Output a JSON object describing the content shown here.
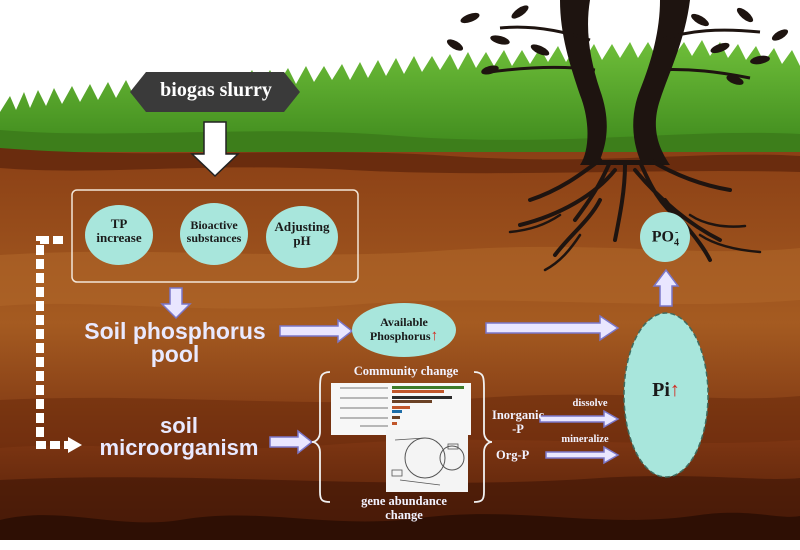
{
  "source": {
    "label": "biogas slurry"
  },
  "effects": [
    {
      "label_line1": "TP",
      "label_line2": "increase"
    },
    {
      "label_line1": "Bioactive",
      "label_line2": "substances"
    },
    {
      "label_line1": "Adjusting",
      "label_line2": "pH"
    }
  ],
  "pool": {
    "label_line1": "Soil phosphorus",
    "label_line2": "pool"
  },
  "available": {
    "label_line1": "Available",
    "label_line2": "Phosphorus",
    "trend": "↑"
  },
  "microbe": {
    "label_line1": "soil",
    "label_line2": "microorganism"
  },
  "community": {
    "label": "Community change"
  },
  "gene": {
    "label_line1": "gene abundance",
    "label_line2": "change"
  },
  "phosphorus_forms": {
    "inorganic_line1": "Inorganic",
    "inorganic_line2": "-P",
    "organic": "Org-P"
  },
  "processes": {
    "dissolve": "dissolve",
    "mineralize": "mineralize"
  },
  "pi": {
    "label": "Pi",
    "trend": "↑"
  },
  "phosphate": {
    "base": "PO",
    "sub": "4",
    "sup": "-"
  },
  "colors": {
    "bubble": "#a8e6dc",
    "arrow_fill": "#e9e6ff",
    "arrow_stroke": "#7b76c8",
    "grass": "#4e9a23",
    "soil_top": "#a2541f",
    "soil_mid": "#7e3612",
    "soil_deep": "#552009"
  }
}
